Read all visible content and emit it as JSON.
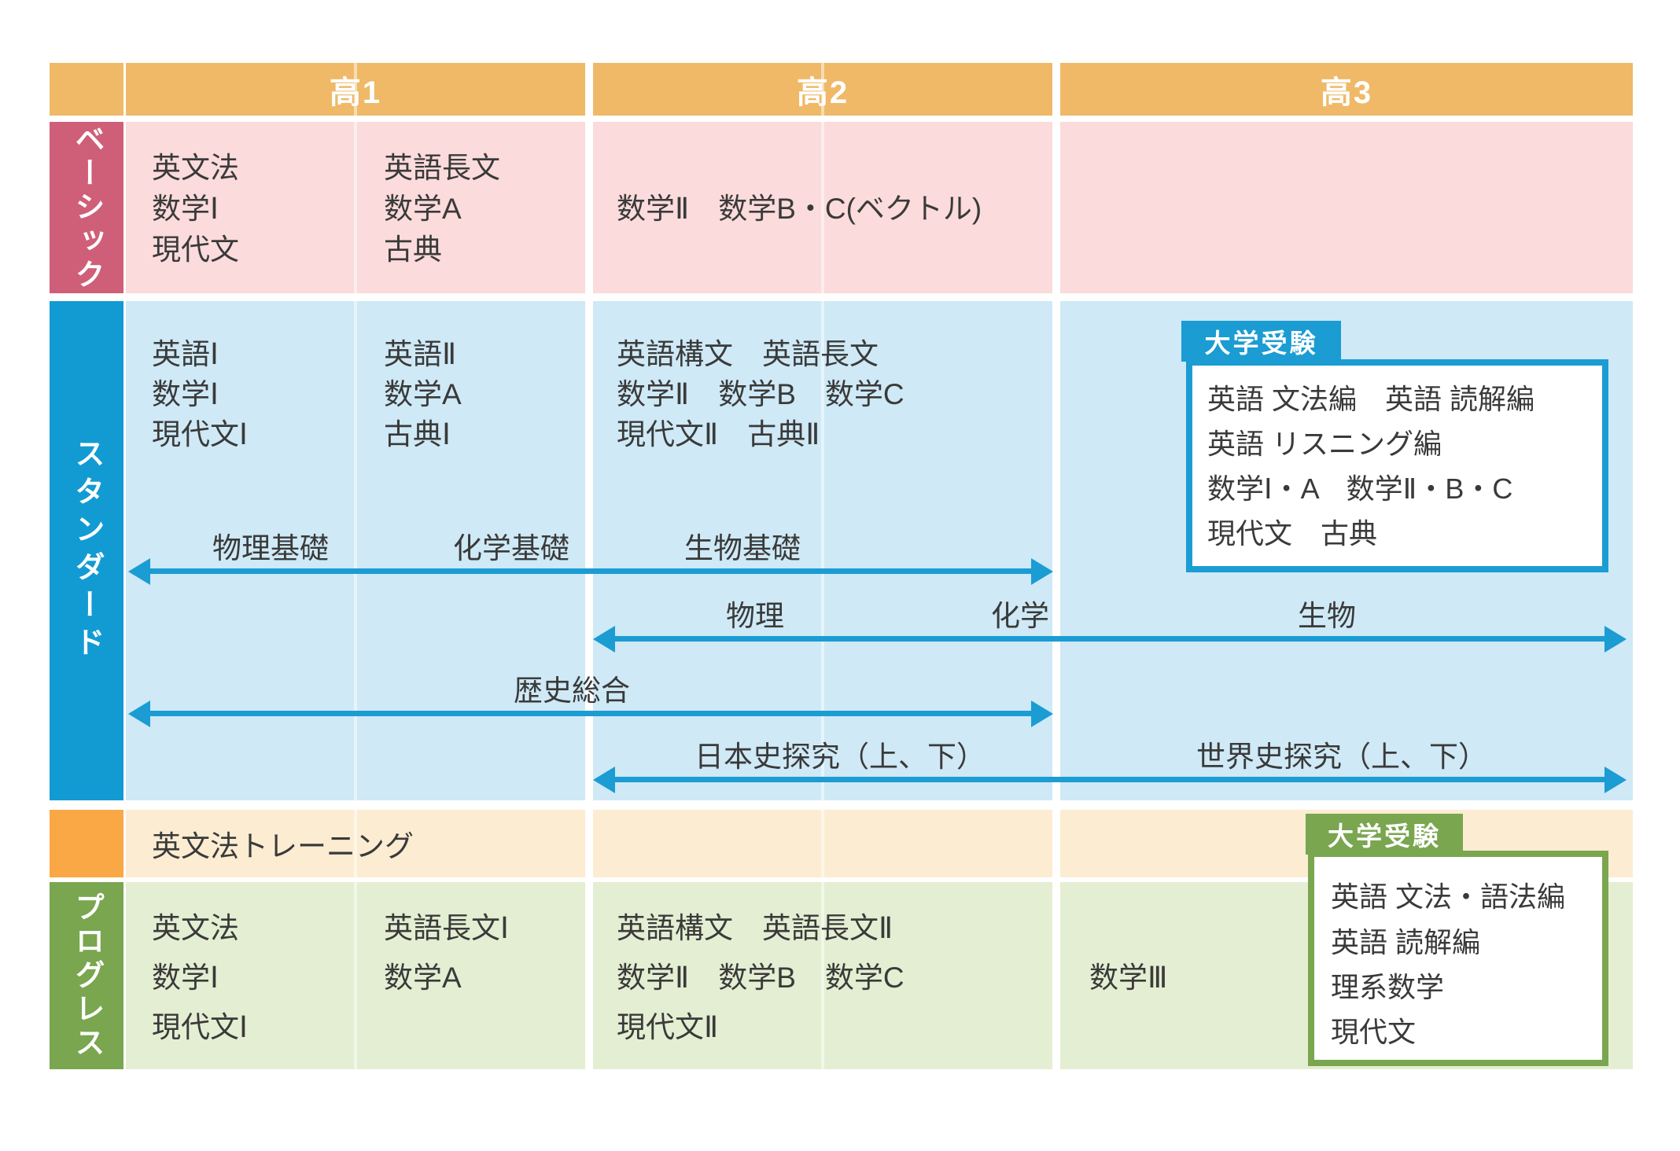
{
  "colors": {
    "header_orange": "#efb968",
    "basic_label": "#cf5f78",
    "basic_bg": "#fbdbdb",
    "standard_label": "#129bd3",
    "standard_bg": "#cfe9f6",
    "arrow_blue": "#1b9cd3",
    "training_label": "#f9a845",
    "training_bg": "#fcecd2",
    "progress_label": "#79a64f",
    "progress_bg": "#e4eed2",
    "text_dark": "#3a3a3a"
  },
  "header": {
    "years": [
      "高1",
      "高2",
      "高3"
    ]
  },
  "rows": {
    "basic": {
      "label": "ベーシック",
      "y1": [
        [
          "英文法",
          "英語長文"
        ],
        [
          "数学Ⅰ",
          "数学A"
        ],
        [
          "現代文",
          "古典"
        ]
      ],
      "y2": "数学Ⅱ　数学B・C(ベクトル)"
    },
    "standard": {
      "label": "スタンダード",
      "y1": [
        [
          "英語Ⅰ",
          "英語Ⅱ"
        ],
        [
          "数学Ⅰ",
          "数学A"
        ],
        [
          "現代文Ⅰ",
          "古典Ⅰ"
        ]
      ],
      "y2": [
        "英語構文　英語長文",
        "数学Ⅱ　数学B　数学C",
        "現代文Ⅱ　古典Ⅱ"
      ],
      "y3_box": {
        "badge": "大学受験",
        "lines": [
          "英語 文法編　英語 読解編",
          "英語 リスニング編",
          "数学Ⅰ・A　数学Ⅱ・B・C",
          "現代文　古典"
        ]
      }
    },
    "training": {
      "y1": "英文法トレーニング"
    },
    "progress": {
      "label": "プログレス",
      "y1": [
        [
          "英文法",
          "英語長文Ⅰ"
        ],
        [
          "数学Ⅰ",
          "数学A"
        ],
        [
          "現代文Ⅰ"
        ]
      ],
      "y2": [
        "英語構文　英語長文Ⅱ",
        "数学Ⅱ　数学B　数学C",
        "現代文Ⅱ"
      ],
      "y3": "数学Ⅲ",
      "y3_box": {
        "badge": "大学受験",
        "lines": [
          "英語 文法・語法編",
          "英語 読解編",
          "理系数学",
          "現代文"
        ]
      }
    }
  },
  "arrows": {
    "sci_basic": {
      "labels": [
        "物理基礎",
        "化学基礎",
        "生物基礎"
      ]
    },
    "sci_adv": {
      "labels": [
        "物理",
        "化学",
        "生物"
      ]
    },
    "history": {
      "labels": [
        "歴史総合"
      ]
    },
    "history_adv": {
      "labels": [
        "日本史探究（上、下）",
        "世界史探究（上、下）"
      ]
    }
  }
}
